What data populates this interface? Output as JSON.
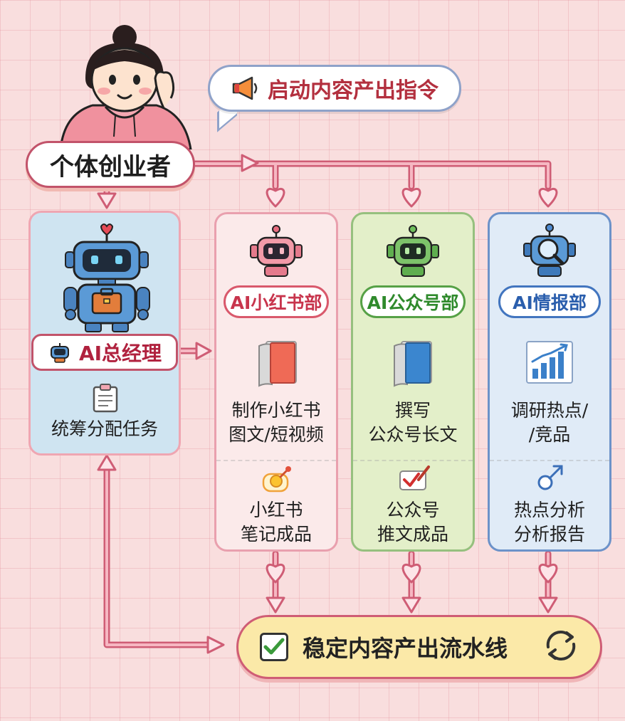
{
  "speech_bubble": {
    "text": "启动内容产出指令",
    "icon": "megaphone-icon"
  },
  "founder": {
    "label": "个体创业者",
    "icon": "woman-avatar"
  },
  "manager": {
    "title": "AI总经理",
    "task": "统筹分配任务",
    "icons": [
      "robot-briefcase-icon",
      "clipboard-icon"
    ]
  },
  "departments": [
    {
      "id": "xhs",
      "title": "AI小红书部",
      "task": "制作小红书\n图文/短视频",
      "output": "小红书\n笔记成品",
      "color": "#d9596c",
      "icons": [
        "robot-icon",
        "book-icon",
        "pin-icon"
      ]
    },
    {
      "id": "gzh",
      "title": "AI公众号部",
      "task": "撰写\n公众号长文",
      "output": "公众号\n推文成品",
      "color": "#56a146",
      "icons": [
        "robot-icon",
        "book-icon",
        "checkmark-pen-icon"
      ]
    },
    {
      "id": "intel",
      "title": "AI情报部",
      "task": "调研热点/\n/竞品",
      "output": "热点分析\n分析报告",
      "color": "#4275bf",
      "icons": [
        "robot-magnifier-icon",
        "bar-chart-icon",
        "arrow-pin-icon"
      ]
    }
  ],
  "pipeline": {
    "label": "稳定内容产出流水线",
    "icons": [
      "checkbox-icon",
      "refresh-cycle-icon"
    ]
  },
  "colors": {
    "arrow": "#cf5d75",
    "arrow_fill": "#f6b7c2",
    "background": "#f9dede"
  }
}
